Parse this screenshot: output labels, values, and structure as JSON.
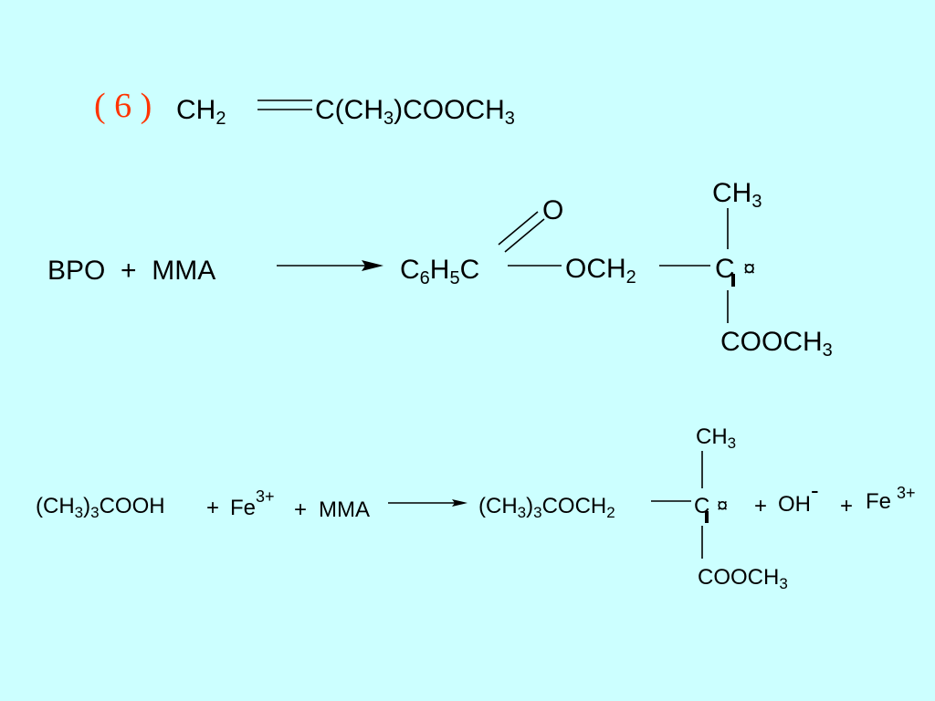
{
  "problem_number": "( 6 )",
  "monomer": {
    "left_main": "CH",
    "left_sub": "2",
    "right_a": "C(CH",
    "right_sub1": "3",
    "right_b": ")COOCH",
    "right_sub2": "3"
  },
  "reaction1": {
    "reactants": "BPO  +  MMA",
    "carbonyl_o": "O",
    "phenyl_c": "C",
    "phenyl_sub6": "6",
    "phenyl_h": "H",
    "phenyl_sub5": "5",
    "phenyl_c2": "C",
    "och": "OCH",
    "och_sub": "2",
    "methyl": "CH",
    "methyl_sub": "3",
    "radical_c": "C",
    "radical_dot": "¤",
    "ester": "COOCH",
    "ester_sub": "3"
  },
  "reaction2": {
    "r_open": "(CH",
    "r_sub1": "3",
    "r_mid": ")",
    "r_sub2": "3",
    "r_end": "COOH",
    "plus1": "+",
    "fe": "Fe",
    "fe_sup": "3+",
    "plus2": "+",
    "mma": "MMA",
    "p_open": "(CH",
    "p_sub1": "3",
    "p_mid": ")",
    "p_sub2": "3",
    "p_coch": "COCH",
    "p_sub3": "2",
    "methyl": "CH",
    "methyl_sub": "3",
    "radical_c": "C",
    "radical_dot": "¤",
    "ester": "COOCH",
    "ester_sub": "3",
    "plus3": "+",
    "oh": "OH",
    "oh_sup": "-",
    "plus4": "+",
    "fe2": "Fe",
    "fe2_sup": "3+"
  }
}
